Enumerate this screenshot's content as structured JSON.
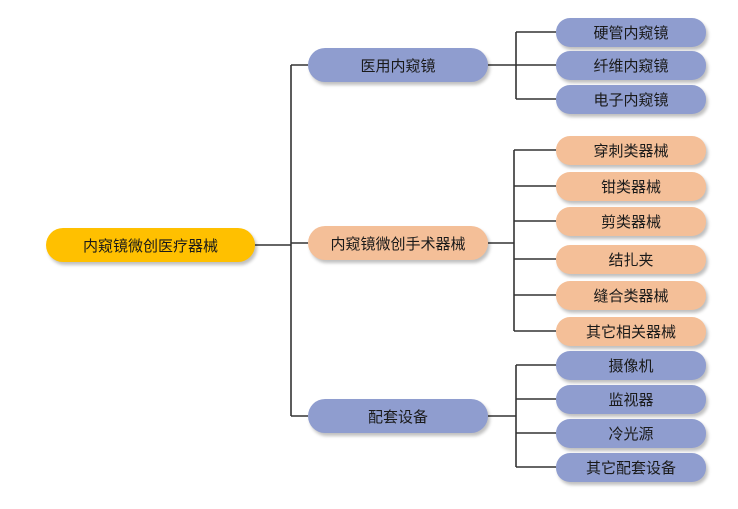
{
  "root": {
    "label": "内窥镜微创医疗器械",
    "color": "#ffc000"
  },
  "categories": [
    {
      "label": "医用内窥镜",
      "color": "#8f9dcf",
      "children": [
        "硬管内窥镜",
        "纤维内窥镜",
        "电子内窥镜"
      ]
    },
    {
      "label": "内窥镜微创手术器械",
      "color": "#f4bf98",
      "children": [
        "穿刺类器械",
        "钳类器械",
        "剪类器械",
        "结扎夹",
        "缝合类器械",
        "其它相关器械"
      ]
    },
    {
      "label": "配套设备",
      "color": "#8f9dcf",
      "children": [
        "摄像机",
        "监视器",
        "冷光源",
        "其它配套设备"
      ]
    }
  ],
  "line_color": "#333333"
}
